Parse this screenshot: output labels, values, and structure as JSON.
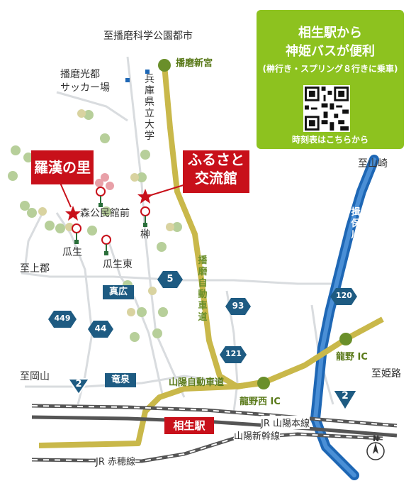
{
  "labels": {
    "to_science_park": "至播磨科学公園都市",
    "harima_park": "播磨光都",
    "soccer_field": "サッカー場",
    "univ": "兵庫県立大学",
    "to_yamasaki": "至山崎",
    "to_kamigori": "至上郡",
    "to_okayama": "至岡山",
    "to_himeji": "至姫路",
    "mori_hall": "森公民館前",
    "uryu": "瓜生",
    "uryu_higashi": "瓜生東",
    "sakaki": "榊",
    "harima_expressway": "播磨自動車道",
    "ibo_river": "揖保川"
  },
  "places": {
    "rakan": "羅漢の里",
    "furusato_1": "ふるさと",
    "furusato_2": "交流館"
  },
  "stations": {
    "harima_shingu": "播磨新宮",
    "tatsuno_nishi_ic": "龍野西 IC",
    "tatsuno_ic": "龍野 IC",
    "aioi": "相生駅"
  },
  "roads": {
    "sanyo_expressway": "山陽自動車道",
    "jr_sanyo": "JR 山陽本線",
    "shinkansen": "山陽新幹線",
    "jr_ako": "JR 赤穂線",
    "route_5": "5",
    "route_93": "93",
    "route_121": "121",
    "route_120": "120",
    "route_449": "449",
    "route_44": "44",
    "route_2a": "2",
    "route_2b": "2",
    "tag_mahiro": "真広",
    "tag_ryusen": "竜泉"
  },
  "bus_info": {
    "line1": "相生駅から",
    "line2": "神姫バスが便利",
    "line3": "(榊行き・スプリング８行きに乗車)",
    "timetable": "時刻表はこちらから"
  },
  "compass": "N",
  "colors": {
    "expressway": "#c9b84a",
    "river": "#1e67b5",
    "station_green": "#6a8f2a",
    "red": "#c8101a",
    "navy": "#1e5b82",
    "bus_panel": "#8dc21f"
  }
}
